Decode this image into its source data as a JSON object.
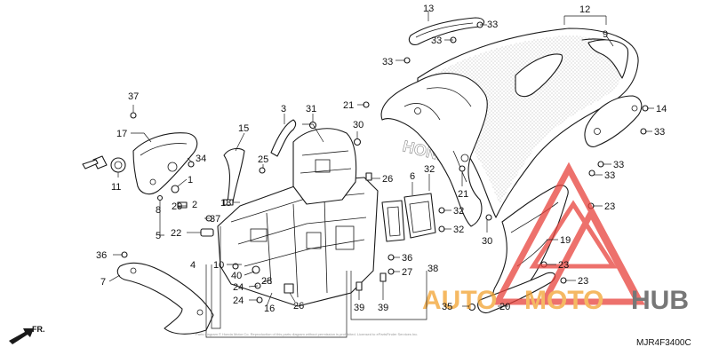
{
  "diagram": {
    "part_code": "MJR4F3400C",
    "copyright": "Parts diagram © Honda Motor Co. Reproduction of this parts diagram without permission is prohibited. Licensed to ePartsFinder Services Inc.",
    "direction_label": "FR.",
    "brand_text": "HONDA",
    "watermark": {
      "left": "AUTO",
      "right": "MOTO",
      "end": "HUB",
      "colors": {
        "red": "#e8423c",
        "orange": "#f2a22f",
        "gray": "#4a4a4a"
      }
    },
    "callouts": {
      "c1": "1",
      "c2": "2",
      "c3": "3",
      "c5": "5",
      "c6": "6",
      "c7": "7",
      "c8": "8",
      "c9": "9",
      "c10": "10",
      "c11": "11",
      "c12": "12",
      "c13": "13",
      "c14": "14",
      "c15": "15",
      "c16": "16",
      "c17": "17",
      "c18": "18",
      "c19": "19",
      "c20": "20",
      "c22": "22",
      "c26a": "26",
      "c26b": "26",
      "c27": "27",
      "c29": "29",
      "c31": "31",
      "c32a": "32",
      "c32b": "32",
      "c32c": "32",
      "c33a": "33",
      "c33b": "33",
      "c33c": "33",
      "c33d": "33",
      "c33e": "33",
      "c33f": "33",
      "c34": "34",
      "c35": "35",
      "c36a": "36",
      "c36b": "36",
      "c37a": "37",
      "c37b": "37",
      "c38": "38",
      "c39a": "39",
      "c39b": "39",
      "c40": "40",
      "c4": "4",
      "c21a": "21",
      "c21b": "21",
      "c23a": "23",
      "c23b": "23",
      "c23c": "23",
      "c24a": "24",
      "c24b": "24",
      "c25": "25",
      "c28": "28",
      "c30a": "30",
      "c30b": "30"
    }
  }
}
